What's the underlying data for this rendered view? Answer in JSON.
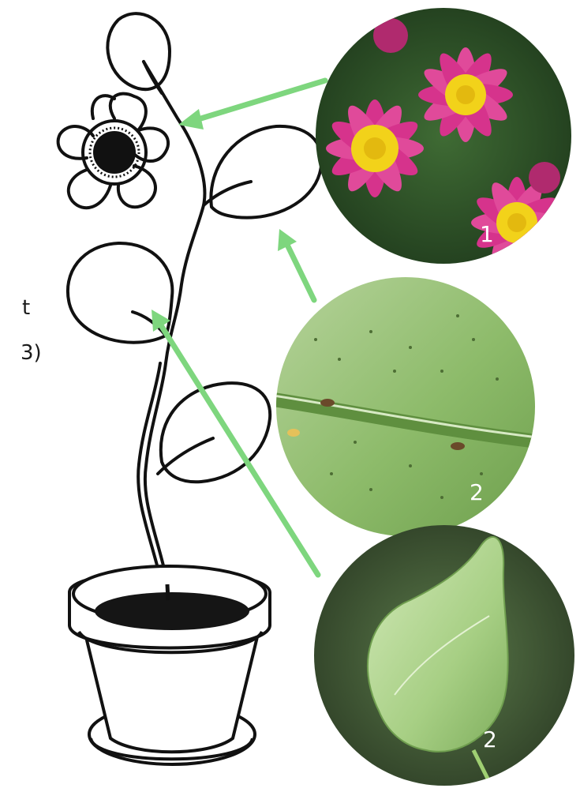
{
  "edge_text": {
    "line1": "t",
    "line2": "3)"
  },
  "photos": [
    {
      "label": "1",
      "subject": "pink-daisy-flowers",
      "accent": "#d6338c",
      "center_color": "#f2d21a"
    },
    {
      "label": "2",
      "subject": "leaf-with-spider-mites",
      "accent": "#7fae55"
    },
    {
      "label": "2",
      "subject": "curled-leaf",
      "accent": "#8cbf6a"
    }
  ],
  "colors": {
    "arrow": "#7ed67e",
    "outline": "#111111",
    "soil": "#151515"
  }
}
